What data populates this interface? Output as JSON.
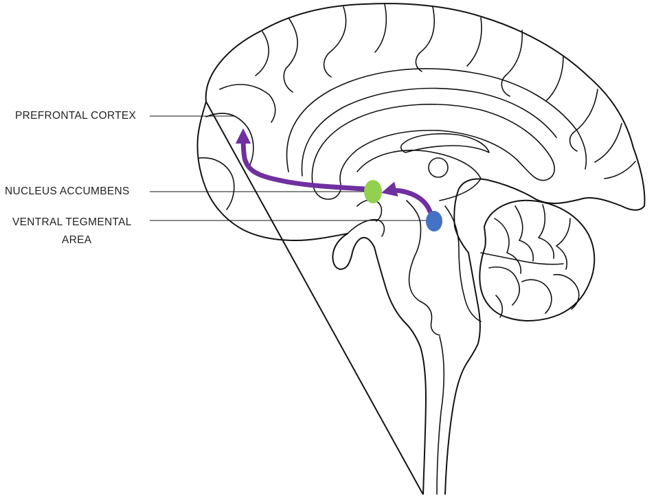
{
  "labels": {
    "prefrontal_cortex": "PREFRONTAL CORTEX",
    "nucleus_accumbens": "NUCLEUS ACCUMBENS",
    "vta_line1": "VENTRAL TEGMENTAL",
    "vta_line2": "AREA"
  },
  "colors": {
    "pathway_arrow": "#7030a0",
    "nucleus_accumbens_marker": "#92d050",
    "vta_marker": "#4472c4",
    "outline": "#111111"
  }
}
